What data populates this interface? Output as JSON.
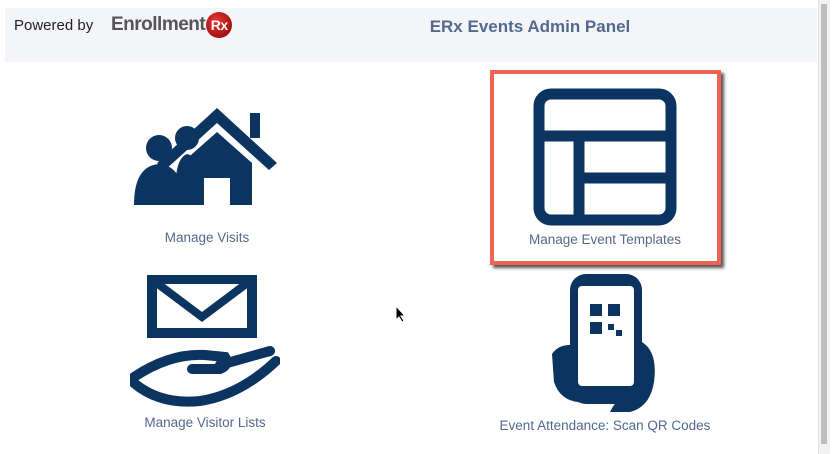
{
  "header": {
    "powered_by": "Powered by",
    "logo_text": "Enrollment",
    "logo_badge": "Rx",
    "title": "ERx Events Admin Panel"
  },
  "tiles": [
    {
      "label": "Manage Visits",
      "icon": "people-house-icon"
    },
    {
      "label": "Manage Event Templates",
      "icon": "layout-template-icon",
      "highlighted": true
    },
    {
      "label": "Manage Visitor Lists",
      "icon": "envelope-hand-icon"
    },
    {
      "label": "Event Attendance: Scan QR Codes",
      "icon": "phone-qr-icon"
    }
  ],
  "colors": {
    "icon": "#0b3460",
    "label": "#54698d",
    "highlight": "#ee6352",
    "header_bg": "#f3f5f9"
  }
}
